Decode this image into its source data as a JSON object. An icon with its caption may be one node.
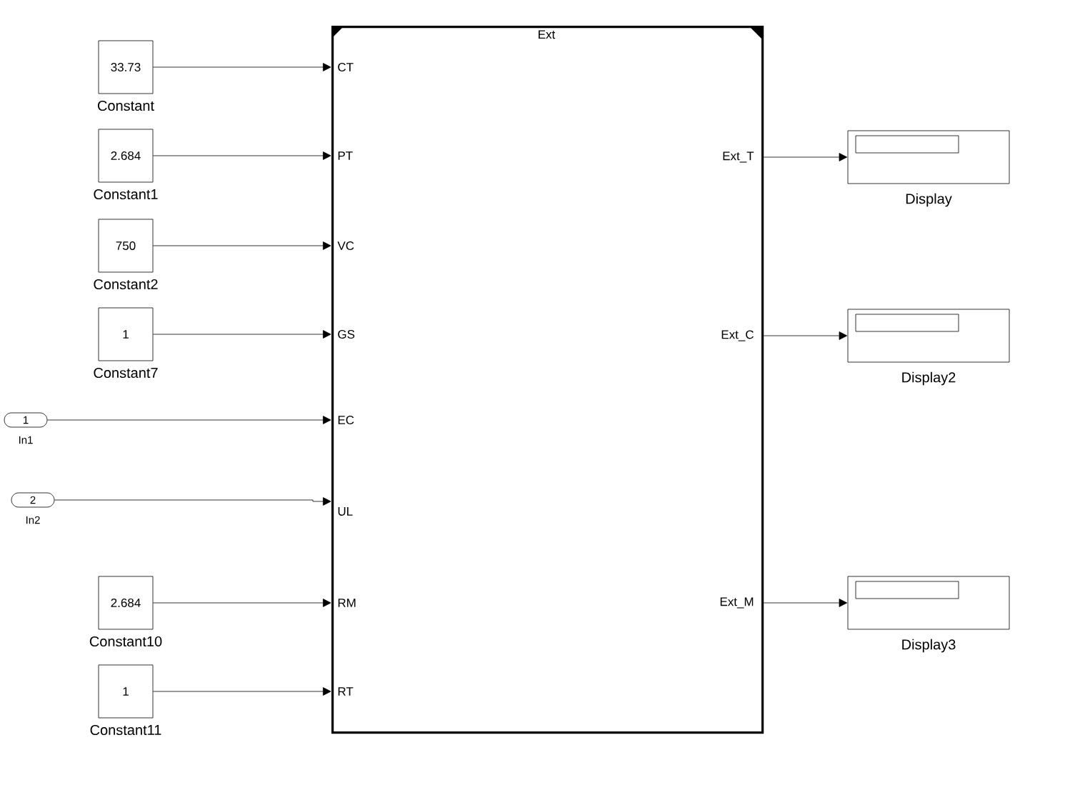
{
  "diagram": {
    "nodes": [
      {
        "text": [
          "Ext",
          "CT",
          "PT",
          "VC",
          "GS",
          "EC",
          "UL",
          "RM",
          "RT",
          "Ext_T",
          "Ext_C",
          "Ext_M"
        ]
      },
      {
        "text": [
          "33.73"
        ],
        "beside": [
          "Constant"
        ]
      },
      {
        "text": [
          "2.684"
        ],
        "beside": [
          "Constant1"
        ]
      },
      {
        "text": [
          "750"
        ],
        "beside": [
          "Constant2"
        ]
      },
      {
        "text": [
          "1"
        ],
        "beside": [
          "Constant7"
        ]
      },
      {
        "text": [
          "1"
        ],
        "beside": [
          "In1"
        ]
      },
      {
        "text": [
          "2"
        ],
        "beside": [
          "In2"
        ]
      },
      {
        "text": [
          "2.684"
        ],
        "beside": [
          "Constant10"
        ]
      },
      {
        "text": [
          "1"
        ],
        "beside": [
          "Constant11"
        ]
      },
      {
        "text": [],
        "shape": "box",
        "beside": [
          "Display"
        ]
      },
      {
        "text": [],
        "shape": "box",
        "beside": [
          "Display2"
        ]
      },
      {
        "text": [],
        "shape": "box",
        "beside": [
          "Display3"
        ]
      }
    ],
    "edges": [
      {
        "from": 1,
        "to": 0,
        "arrow": "to"
      },
      {
        "from": 2,
        "to": 0,
        "arrow": "to"
      },
      {
        "from": 3,
        "to": 0,
        "arrow": "to"
      },
      {
        "from": 4,
        "to": 0,
        "arrow": "to"
      },
      {
        "from": 5,
        "to": 0,
        "arrow": "to"
      },
      {
        "from": 6,
        "to": 0,
        "arrow": "to"
      },
      {
        "from": 7,
        "to": 0,
        "arrow": "to"
      },
      {
        "from": 8,
        "to": 0,
        "arrow": "to"
      },
      {
        "from": 0,
        "to": 9,
        "arrow": "to"
      },
      {
        "from": 0,
        "to": 10,
        "arrow": "to"
      },
      {
        "from": 0,
        "to": 11,
        "arrow": "to"
      }
    ]
  }
}
